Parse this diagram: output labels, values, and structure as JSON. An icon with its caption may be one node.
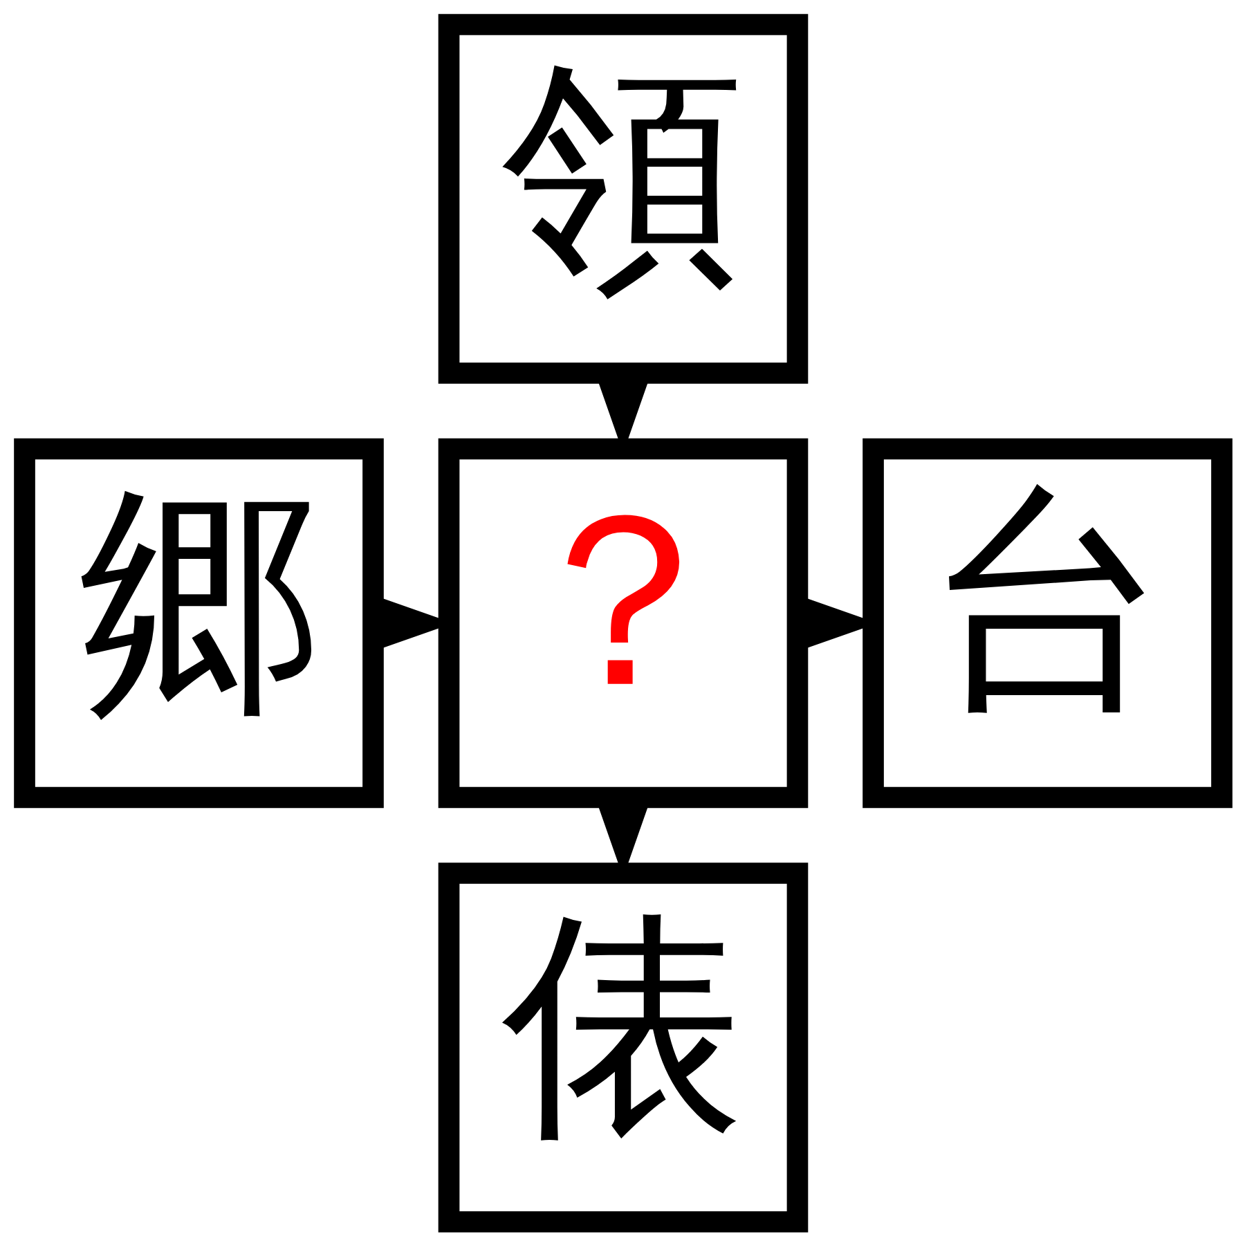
{
  "diagram": {
    "nodes": [
      {
        "text": [
          "領"
        ]
      },
      {
        "text": [
          "郷"
        ]
      },
      {
        "text": [
          "？"
        ]
      },
      {
        "text": [
          "台"
        ]
      },
      {
        "text": [
          "俵"
        ]
      }
    ],
    "edges": [
      {
        "from": 0,
        "to": 2,
        "arrow": "to"
      },
      {
        "from": 1,
        "to": 2,
        "arrow": "to"
      },
      {
        "from": 2,
        "to": 3,
        "arrow": "to"
      },
      {
        "from": 2,
        "to": 4,
        "arrow": "to"
      }
    ]
  }
}
